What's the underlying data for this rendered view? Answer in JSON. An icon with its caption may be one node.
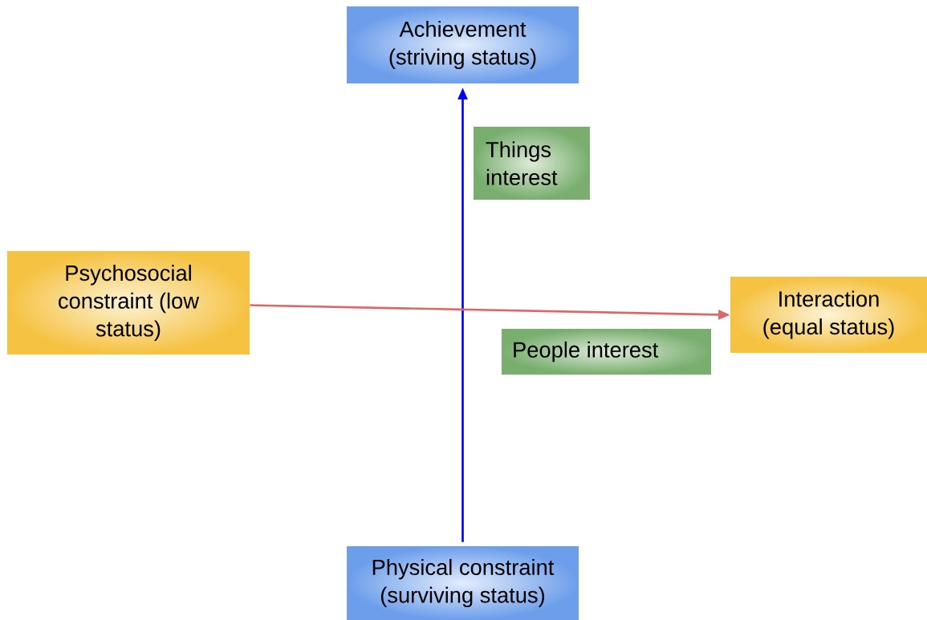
{
  "diagram": {
    "nodes": [
      {
        "text": [
          "Achievement (striving status)"
        ]
      },
      {
        "text": [
          "Things interest"
        ]
      },
      {
        "text": [
          "Psychosocial constraint (low status)"
        ]
      },
      {
        "text": [
          "Interaction (equal status)"
        ]
      },
      {
        "text": [
          "People interest"
        ]
      },
      {
        "text": [
          "Physical constraint (surviving status)"
        ]
      }
    ],
    "edges": [
      {
        "from": 5,
        "to": 0,
        "arrow": "to",
        "color": "#0000ff"
      },
      {
        "from": 2,
        "to": 3,
        "arrow": "to",
        "color": "#e06666"
      }
    ]
  }
}
